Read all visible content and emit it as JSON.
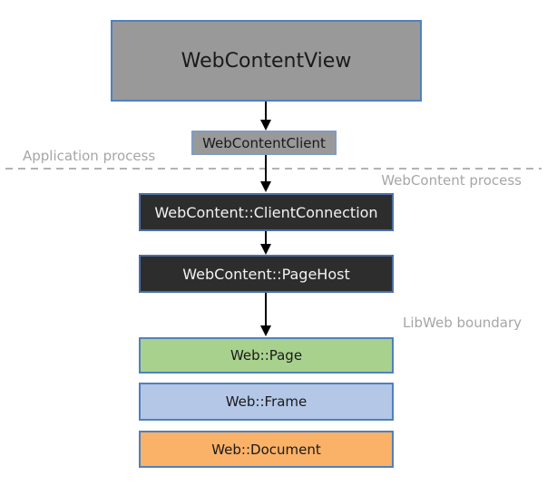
{
  "diagram": {
    "title_hint": "WebContent process architecture diagram",
    "nodes": {
      "view": {
        "label": "WebContentView",
        "fill": "#999999"
      },
      "client": {
        "label": "WebContentClient",
        "fill": "#999999"
      },
      "client_connection": {
        "label": "WebContent::ClientConnection",
        "fill": "#2d2d2d"
      },
      "page_host": {
        "label": "WebContent::PageHost",
        "fill": "#2d2d2d"
      },
      "page": {
        "label": "Web::Page",
        "fill": "#a9d18e"
      },
      "frame": {
        "label": "Web::Frame",
        "fill": "#b4c7e7"
      },
      "document": {
        "label": "Web::Document",
        "fill": "#fab168"
      }
    },
    "edges": [
      {
        "from": "view",
        "to": "client"
      },
      {
        "from": "client",
        "to": "client_connection"
      },
      {
        "from": "client_connection",
        "to": "page_host"
      },
      {
        "from": "page_host",
        "to": "page"
      }
    ],
    "region_labels": {
      "application_process": "Application process",
      "webcontent_process": "WebContent process",
      "libweb_boundary": "LibWeb boundary"
    },
    "colors": {
      "border_blue": "#4f81bd",
      "dark_border_blue": "#4a6fa5",
      "gray_fill": "#999999",
      "dark_fill": "#2d2d2d",
      "green_fill": "#a9d18e",
      "blue_fill": "#b4c7e7",
      "orange_fill": "#fab168",
      "label_gray": "#a6a6a6",
      "arrow_color": "#000000",
      "boundary_dash_color": "#b3b3b3"
    }
  }
}
